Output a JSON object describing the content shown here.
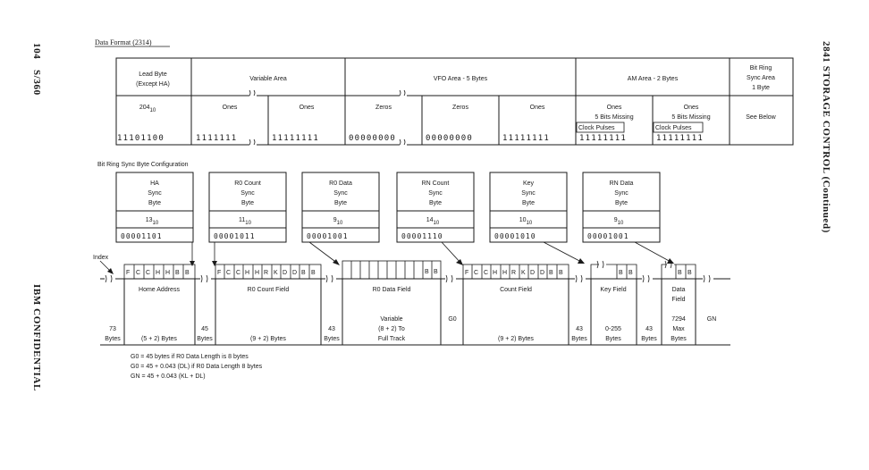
{
  "page": {
    "page_number": "104",
    "system": "S/360",
    "confidential": "IBM CONFIDENTIAL",
    "chapter": "2841 STORAGE CONTROL (Continued)"
  },
  "data_format": {
    "title": "Data Format (2314)",
    "header_cells": [
      "Lead Byte",
      "(Except HA)",
      "Variable Area",
      "VFO Area - 5 Bytes",
      "AM Area - 2 Bytes",
      "Bit Ring",
      "Sync Area",
      "1 Byte"
    ],
    "row1": {
      "lead": "204",
      "lead_sub": "10",
      "ones_a": "Ones",
      "ones_b": "Ones",
      "zeros_a": "Zeros",
      "zeros_b": "Zeros",
      "ones_c": "Ones",
      "am1_line1": "Ones",
      "am1_line2": "5 Bits Missing",
      "am2_line1": "Ones",
      "am2_line2": "5 Bits Missing",
      "see_below": "See Below"
    },
    "clock_pulses": "Clock Pulses",
    "bits": [
      "11101100",
      "1111111",
      "11111111",
      "00000000",
      "00000000",
      "11111111",
      "11111111",
      "11111111"
    ]
  },
  "sync_config": {
    "title": "Bit Ring Sync Byte Configuration",
    "bytes": [
      {
        "name": "HA",
        "decimal": "13",
        "sub": "10",
        "bits": "00001101"
      },
      {
        "name": "R0 Count",
        "decimal": "11",
        "sub": "10",
        "bits": "00001011"
      },
      {
        "name": "R0 Data",
        "decimal": "9",
        "sub": "10",
        "bits": "00001001"
      },
      {
        "name": "RN Count",
        "decimal": "14",
        "sub": "10",
        "bits": "00001110"
      },
      {
        "name": "Key",
        "decimal": "10",
        "sub": "10",
        "bits": "00001010"
      },
      {
        "name": "RN Data",
        "decimal": "9",
        "sub": "10",
        "bits": "00001001"
      }
    ],
    "sync_label": "Sync",
    "byte_label": "Byte"
  },
  "track": {
    "index_label": "Index",
    "ha_subs": [
      "F",
      "C",
      "C",
      "H",
      "H",
      "B",
      "B"
    ],
    "count_subs": [
      "F",
      "C",
      "C",
      "H",
      "H",
      "R",
      "K",
      "D",
      "D",
      "B",
      "B"
    ],
    "bb": [
      "B",
      "B"
    ],
    "fields": {
      "home": "Home Address",
      "r0count": "R0 Count Field",
      "r0data": "R0 Data Field",
      "count": "Count Field",
      "key": "Key Field",
      "data_l1": "Data",
      "data_l2": "Field"
    },
    "gaps": {
      "g73": "73",
      "g45": "45",
      "g43a": "43",
      "g0": "G0",
      "g43b": "43",
      "g43c": "43",
      "g7294": "7294",
      "gmax": "Max",
      "gn": "GN"
    },
    "bytes_word": "Bytes",
    "sizes": {
      "home": "(5 + 2) Bytes",
      "r0count": "(9 + 2) Bytes",
      "r0data_l1": "Variable",
      "r0data_l2": "(8 + 2) To",
      "r0data_l3": "Full Track",
      "count": "(9 + 2) Bytes",
      "key": "0-255"
    }
  },
  "notes": [
    "G0 = 45 bytes if R0 Data Length is 8 bytes",
    "G0 = 45 + 0.043 (DL) if R0 Data Length   8 bytes",
    "GN = 45 + 0.043 (KL + DL)"
  ]
}
